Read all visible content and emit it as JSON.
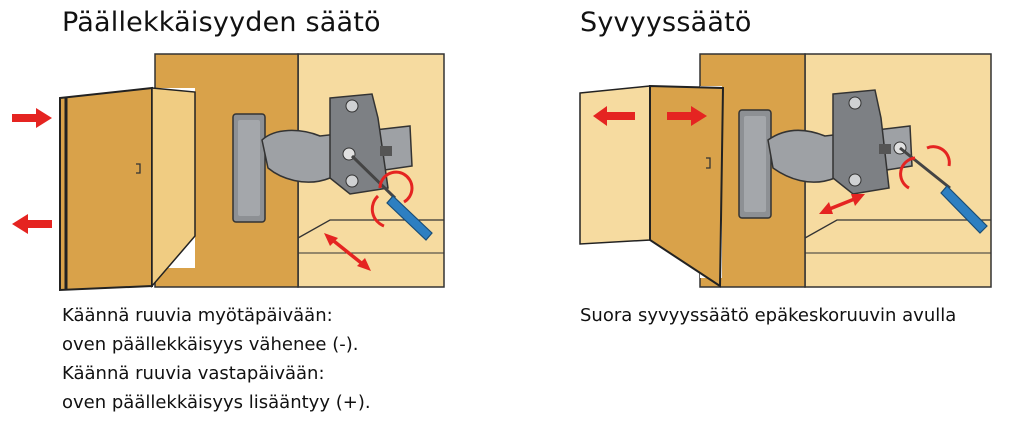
{
  "left": {
    "title": "Päällekkäisyyden säätö",
    "caption_lines": [
      "Käännä ruuvia myötäpäivään:",
      "oven päällekkäisyys vähenee (-).",
      "Käännä ruuvia vastapäivään:",
      "oven päällekkäisyys lisääntyy (+)."
    ]
  },
  "right": {
    "title": "Syvyyssäätö",
    "caption_lines": [
      "Suora syvyyssäätö epäkeskoruuvin avulla"
    ]
  },
  "colors": {
    "door": "#d9a24a",
    "door_side": "#f0cc82",
    "cabinet": "#f6dba0",
    "cabinet_dark": "#e8c27a",
    "hinge": "#8d9094",
    "hinge_dark": "#55585c",
    "arrow": "#e52421",
    "screwdriver": "#2d7fc1"
  }
}
